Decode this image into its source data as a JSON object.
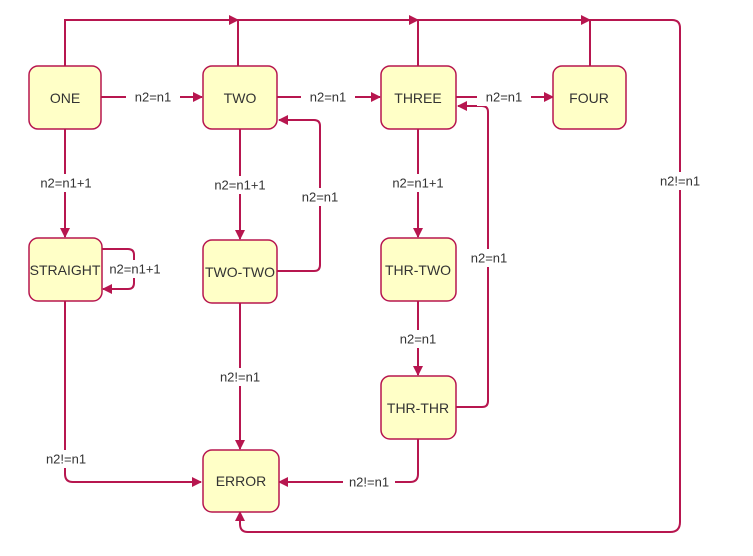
{
  "diagram": {
    "type": "state-machine",
    "colors": {
      "edge": "#b7164f",
      "node_fill": "#ffffc7",
      "node_border": "#b7164f",
      "text": "#333333"
    },
    "states": {
      "one": "ONE",
      "two": "TWO",
      "three": "THREE",
      "four": "FOUR",
      "straight": "STRAIGHT",
      "two_two": "TWO-TWO",
      "thr_two": "THR-TWO",
      "thr_thr": "THR-THR",
      "error": "ERROR"
    },
    "transitions": [
      {
        "from": "ONE",
        "to": "TWO",
        "label": "n2=n1"
      },
      {
        "from": "TWO",
        "to": "THREE",
        "label": "n2=n1"
      },
      {
        "from": "THREE",
        "to": "FOUR",
        "label": "n2=n1"
      },
      {
        "from": "ONE",
        "to": "STRAIGHT",
        "label": "n2=n1+1"
      },
      {
        "from": "STRAIGHT",
        "to": "STRAIGHT",
        "label": "n2=n1+1"
      },
      {
        "from": "TWO",
        "to": "TWO-TWO",
        "label": "n2=n1+1"
      },
      {
        "from": "TWO-TWO",
        "to": "TWO",
        "label": "n2=n1"
      },
      {
        "from": "THREE",
        "to": "THR-TWO",
        "label": "n2=n1+1"
      },
      {
        "from": "THR-TWO",
        "to": "THR-THR",
        "label": "n2=n1"
      },
      {
        "from": "THR-THR",
        "to": "THREE",
        "label": "n2=n1"
      },
      {
        "from": "FOUR",
        "to": "ERROR",
        "label": "n2!=n1"
      },
      {
        "from": "STRAIGHT",
        "to": "ERROR",
        "label": "n2!=n1"
      },
      {
        "from": "TWO-TWO",
        "to": "ERROR",
        "label": "n2!=n1"
      },
      {
        "from": "THR-THR",
        "to": "ERROR",
        "label": "n2!=n1"
      }
    ]
  }
}
